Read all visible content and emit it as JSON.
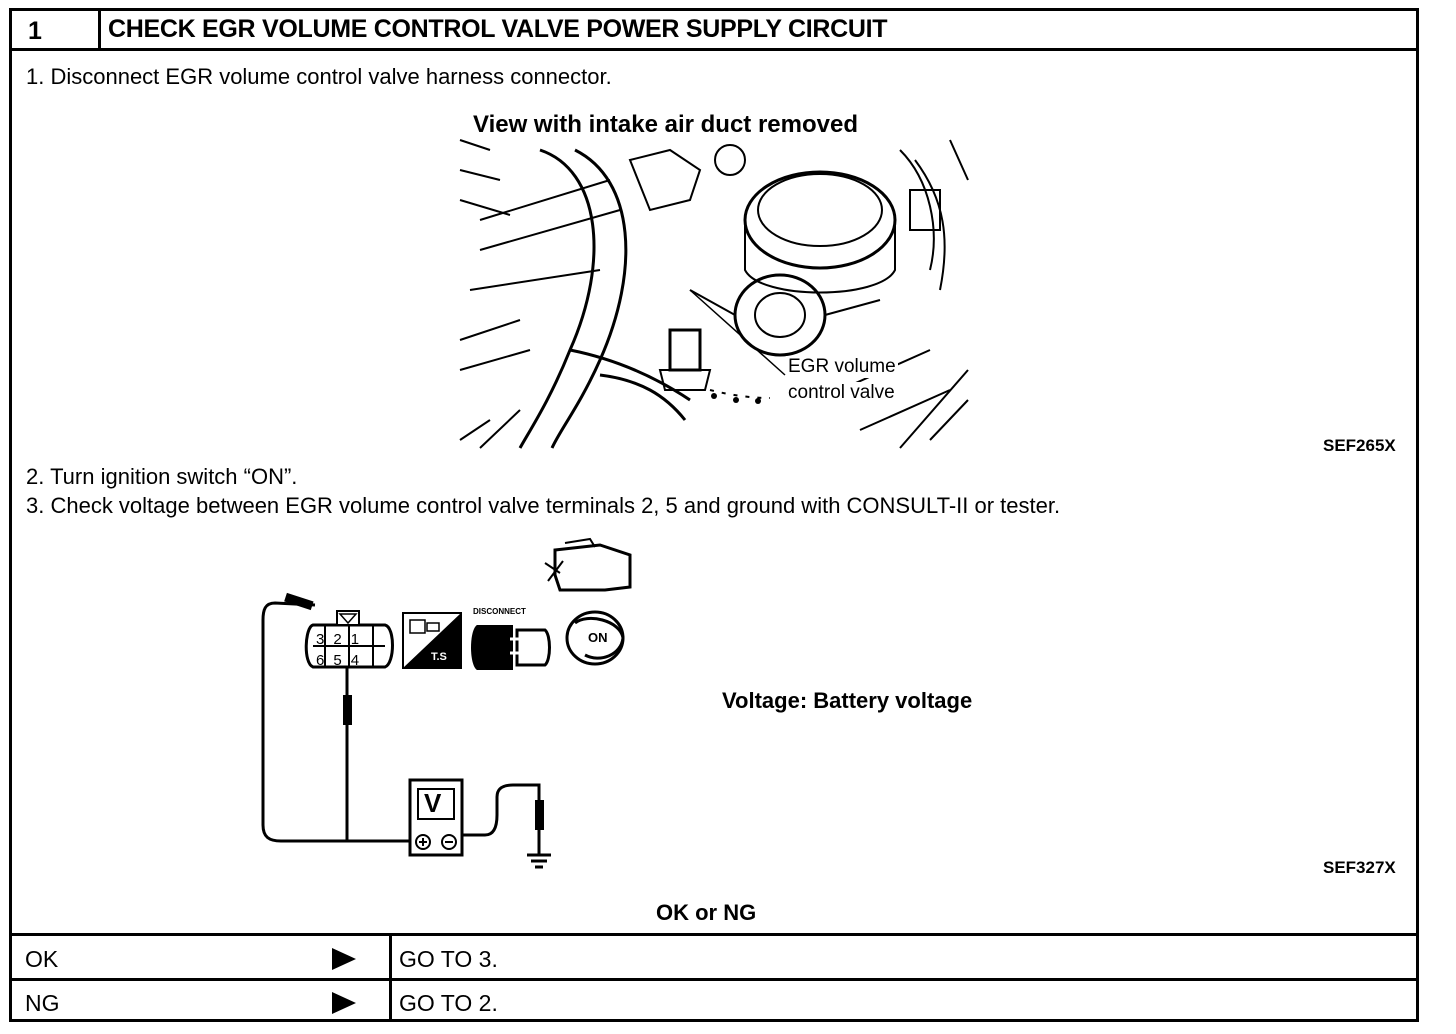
{
  "header": {
    "step_number": "1",
    "title": "CHECK EGR VOLUME CONTROL VALVE POWER SUPPLY CIRCUIT"
  },
  "steps": [
    "1.  Disconnect EGR volume control valve harness connector.",
    "2.  Turn ignition switch “ON”.",
    "3.  Check voltage between EGR volume control valve terminals 2, 5 and ground with CONSULT-II or tester."
  ],
  "figure1": {
    "caption": "View with intake air duct removed",
    "callout_line1": "EGR volume",
    "callout_line2": "control valve",
    "figure_id": "SEF265X"
  },
  "figure2": {
    "connector_pins_top": [
      "3",
      "2",
      "1"
    ],
    "connector_pins_bottom": [
      "6",
      "5",
      "4"
    ],
    "ts_badge": "T.S",
    "disconnect_label": "DISCONNECT",
    "key_label": "ON",
    "meter_label": "V",
    "voltage_spec": "Voltage: Battery voltage",
    "figure_id": "SEF327X"
  },
  "result": {
    "question": "OK or NG",
    "rows": [
      {
        "label": "OK",
        "action": "GO TO 3."
      },
      {
        "label": "NG",
        "action": "GO TO 2."
      }
    ]
  }
}
